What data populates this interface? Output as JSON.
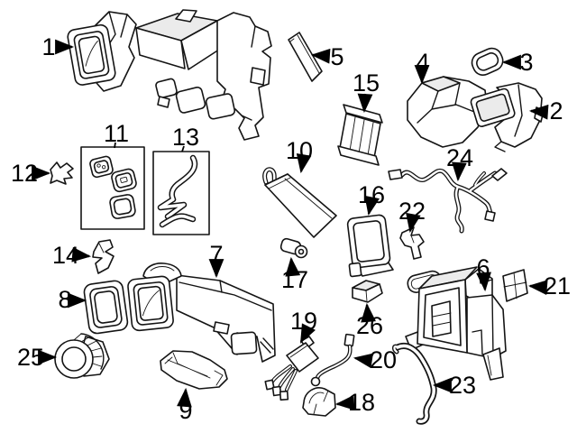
{
  "figure": {
    "kind": "exploded-parts-diagram",
    "subject": "Automotive HVAC evaporator, heater and blower components with numbered callouts",
    "callouts": [
      {
        "label": "1"
      },
      {
        "label": "2"
      },
      {
        "label": "3"
      },
      {
        "label": "4"
      },
      {
        "label": "5"
      },
      {
        "label": "6"
      },
      {
        "label": "7"
      },
      {
        "label": "8"
      },
      {
        "label": "9"
      },
      {
        "label": "10"
      },
      {
        "label": "11"
      },
      {
        "label": "12"
      },
      {
        "label": "13"
      },
      {
        "label": "14"
      },
      {
        "label": "15"
      },
      {
        "label": "16"
      },
      {
        "label": "17"
      },
      {
        "label": "18"
      },
      {
        "label": "19"
      },
      {
        "label": "20"
      },
      {
        "label": "21"
      },
      {
        "label": "22"
      },
      {
        "label": "23"
      },
      {
        "label": "24"
      },
      {
        "label": "25"
      },
      {
        "label": "26"
      }
    ]
  },
  "colors": {
    "background": "#ffffff",
    "line": "#141414",
    "shade": "#ebebeb",
    "label": "#000000"
  }
}
